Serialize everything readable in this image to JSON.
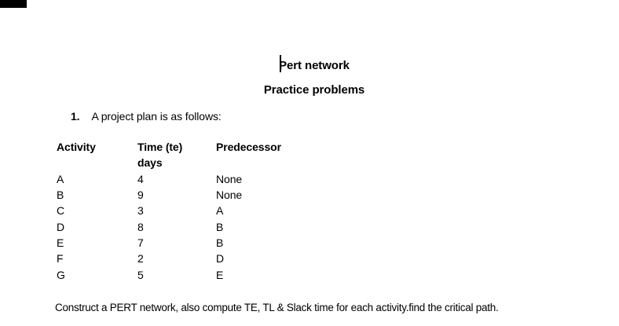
{
  "document": {
    "title": "Pert network",
    "subtitle": "Practice problems",
    "question": {
      "number": "1.",
      "text": "A project plan is as follows:"
    },
    "table": {
      "headers": {
        "activity": "Activity",
        "time_line1": "Time (te)",
        "time_line2": "days",
        "predecessor": "Predecessor"
      },
      "rows": [
        {
          "activity": "A",
          "time": "4",
          "predecessor": "None"
        },
        {
          "activity": "B",
          "time": "9",
          "predecessor": "None"
        },
        {
          "activity": "C",
          "time": "3",
          "predecessor": "A"
        },
        {
          "activity": "D",
          "time": "8",
          "predecessor": "B"
        },
        {
          "activity": "E",
          "time": "7",
          "predecessor": "B"
        },
        {
          "activity": "F",
          "time": "2",
          "predecessor": "D"
        },
        {
          "activity": "G",
          "time": "5",
          "predecessor": "E"
        }
      ]
    },
    "instruction": "Construct a PERT network, also compute TE, TL & Slack time for each activity.find the critical path.",
    "colors": {
      "text": "#000000",
      "background": "#ffffff"
    }
  }
}
